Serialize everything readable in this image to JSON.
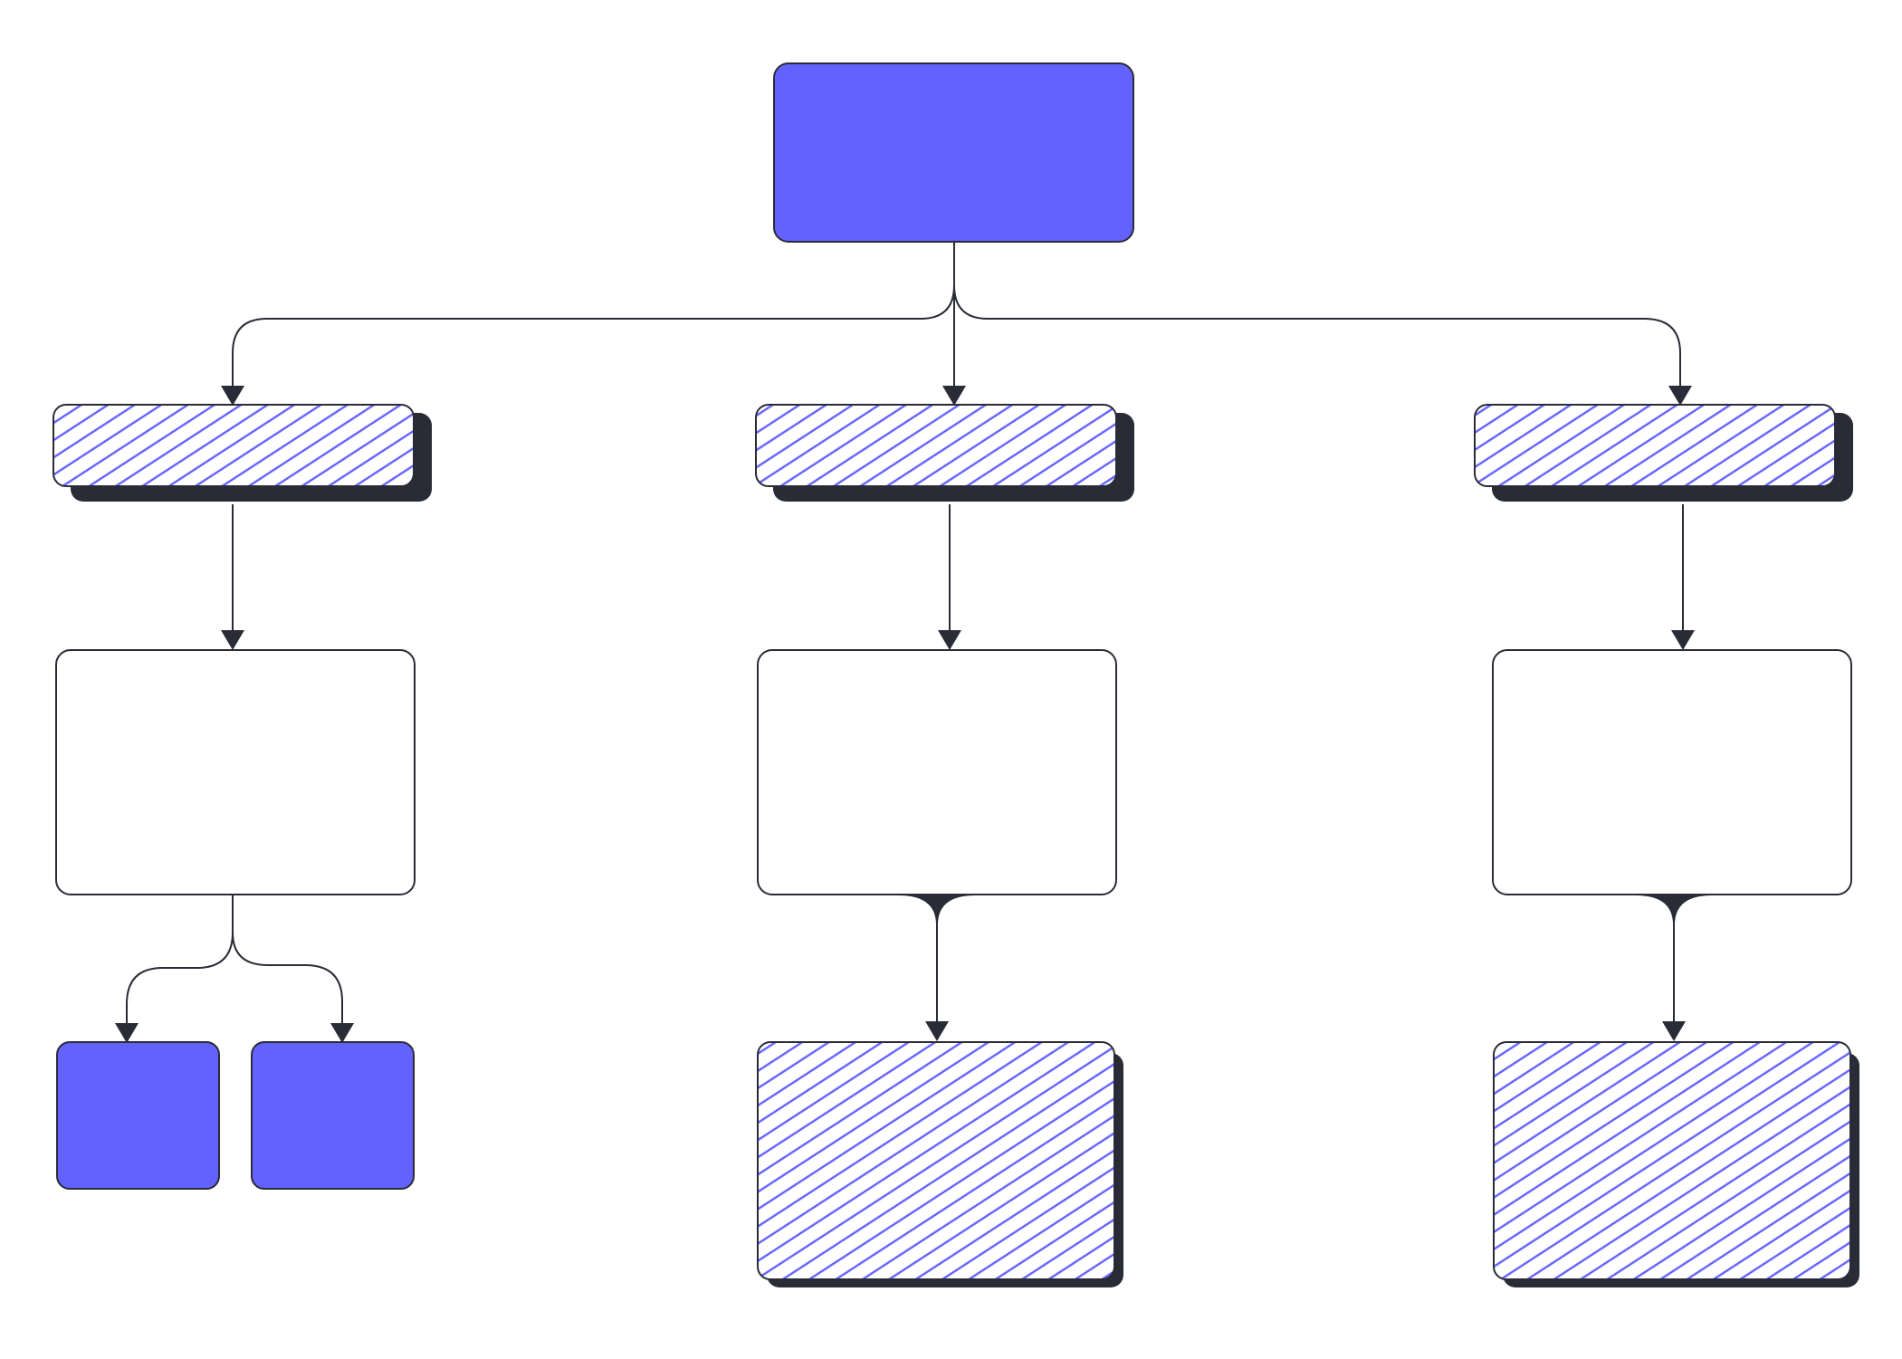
{
  "diagram": {
    "type": "hierarchy-flowchart",
    "nodes": [
      {
        "id": "root",
        "style": "solid",
        "text": ""
      },
      {
        "id": "branch-left",
        "style": "hatched-shadow",
        "text": ""
      },
      {
        "id": "branch-center",
        "style": "hatched-shadow",
        "text": ""
      },
      {
        "id": "branch-right",
        "style": "hatched-shadow",
        "text": ""
      },
      {
        "id": "detail-left",
        "style": "outline",
        "text": ""
      },
      {
        "id": "detail-center",
        "style": "outline",
        "text": ""
      },
      {
        "id": "detail-right",
        "style": "outline",
        "text": ""
      },
      {
        "id": "leaf-left-a",
        "style": "solid",
        "text": ""
      },
      {
        "id": "leaf-left-b",
        "style": "solid",
        "text": ""
      },
      {
        "id": "result-center",
        "style": "hatched-shadow",
        "text": ""
      },
      {
        "id": "result-right",
        "style": "hatched-shadow",
        "text": ""
      }
    ],
    "edges": [
      {
        "from": "root",
        "to": "branch-left"
      },
      {
        "from": "root",
        "to": "branch-center"
      },
      {
        "from": "root",
        "to": "branch-right"
      },
      {
        "from": "branch-left",
        "to": "detail-left"
      },
      {
        "from": "branch-center",
        "to": "detail-center"
      },
      {
        "from": "branch-right",
        "to": "detail-right"
      },
      {
        "from": "detail-left",
        "to": "leaf-left-a"
      },
      {
        "from": "detail-left",
        "to": "leaf-left-b"
      },
      {
        "from": "detail-center",
        "to": "result-center"
      },
      {
        "from": "detail-right",
        "to": "result-right"
      }
    ]
  },
  "colors": {
    "accent": "#6462ff",
    "outline": "#292b36",
    "shadow": "#292b36",
    "background": "#ffffff"
  }
}
